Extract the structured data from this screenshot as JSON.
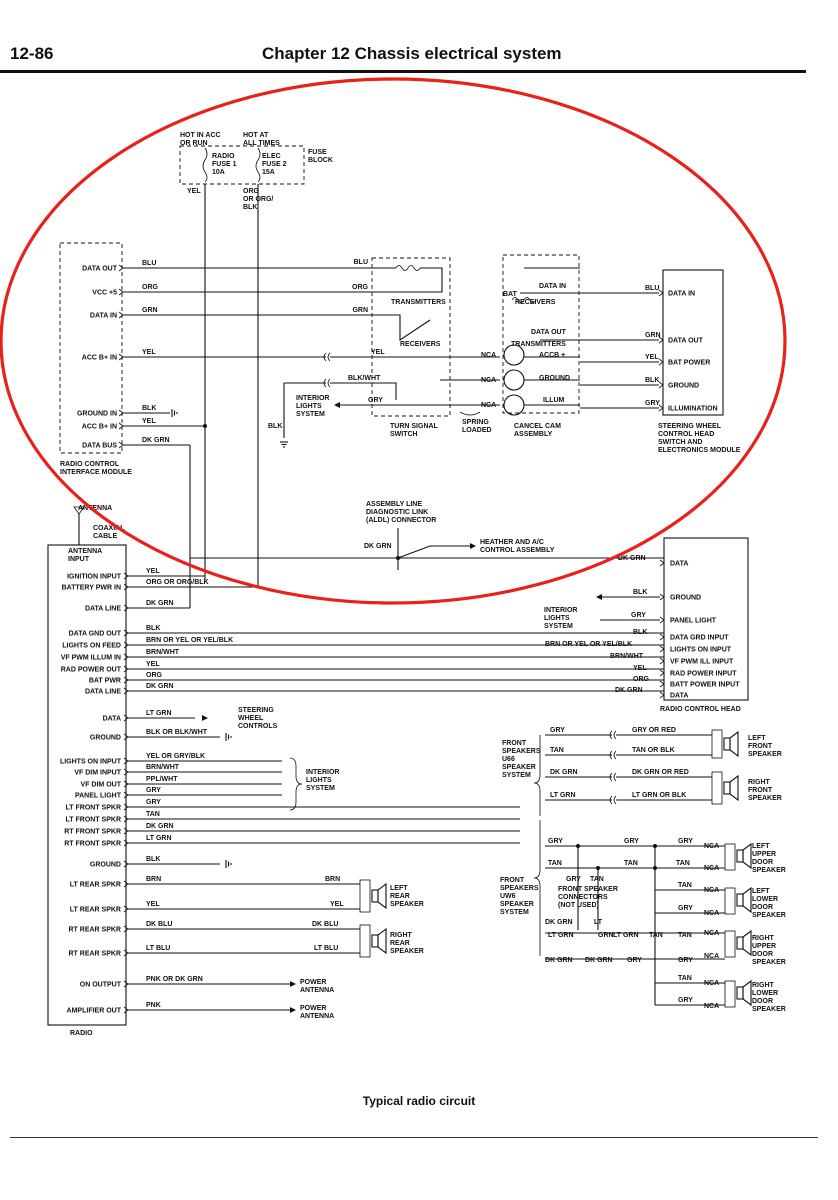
{
  "header": {
    "page_number": "12-86",
    "chapter_title": "Chapter 12   Chassis electrical system"
  },
  "caption": "Typical radio circuit",
  "fuse_block": {
    "title": "FUSE\nBLOCK",
    "acc_label": "HOT IN ACC\nOR RUN",
    "always_label": "HOT AT\nALL TIMES",
    "fuse1": "RADIO\nFUSE 1\n10A",
    "fuse2": "ELEC\nFUSE 2\n15A",
    "wire1": "YEL",
    "wire2": "ORG\nOR ORG/\nBLK"
  },
  "interface_module": {
    "name": "RADIO CONTROL\nINTERFACE MODULE",
    "pins": [
      "DATA OUT",
      "VCC +5",
      "DATA IN",
      "ACC B+ IN",
      "GROUND IN",
      "ACC B+ IN",
      "DATA BUS"
    ],
    "wires": [
      "BLU",
      "ORG",
      "GRN",
      "YEL",
      "BLK",
      "YEL",
      "DK GRN"
    ]
  },
  "turn_signal": {
    "name": "TURN SIGNAL\nSWITCH",
    "transmitters": "TRANSMITTERS",
    "receivers": "RECEIVERS",
    "spring": "SPRING\nLOADED",
    "wires_in": [
      "BLU",
      "ORG",
      "GRN",
      "YEL",
      "BLK/WHT",
      "GRY"
    ],
    "blk": "BLK",
    "interior": "INTERIOR\nLIGHTS\nSYSTEM"
  },
  "cancel_cam": {
    "name": "CANCEL CAM\nASSEMBLY",
    "bat": "BAT",
    "receivers": "RECEIVERS",
    "data_in": "DATA IN",
    "data_out": "DATA OUT",
    "transmitters": "TRANSMITTERS",
    "acc": "ACCB +",
    "ground": "GROUND",
    "illum": "ILLUM",
    "nca": "NCA"
  },
  "steering_module": {
    "name": "STEERING WHEEL\nCONTROL HEAD\nSWITCH AND\nELECTRONICS MODULE",
    "pins": [
      "DATA IN",
      "DATA OUT",
      "BAT POWER",
      "GROUND",
      "ILLUMINATION"
    ],
    "wires": [
      "BLU",
      "GRN",
      "YEL",
      "BLK",
      "GRY"
    ]
  },
  "aldl": {
    "name": "ASSEMBLY LINE\nDIAGNOSTIC LINK\n(ALDL) CONNECTOR",
    "wire": "DK GRN",
    "hvac": "HEATHER AND A/C\nCONTROL ASSEMBLY"
  },
  "antenna": {
    "name": "ANTENNA",
    "cable": "COAXIAL\nCABLE",
    "input": "ANTENNA\nINPUT"
  },
  "radio": {
    "name": "RADIO",
    "pins": [
      "IGNITION INPUT",
      "BATTERY PWR IN",
      "DATA LINE",
      "DATA GND OUT",
      "LIGHTS ON FEED",
      "VF PWM ILLUM IN",
      "RAD POWER OUT",
      "BAT PWR",
      "DATA LINE",
      "DATA",
      "GROUND",
      "LIGHTS ON INPUT",
      "VF DIM INPUT",
      "VF DIM OUT",
      "PANEL LIGHT",
      "LT FRONT SPKR",
      "LT FRONT SPKR",
      "RT FRONT SPKR",
      "RT FRONT SPKR",
      "GROUND",
      "LT REAR SPKR",
      "LT REAR SPKR",
      "RT REAR SPKR",
      "RT REAR SPKR",
      "ON OUTPUT",
      "AMPLIFIER OUT"
    ],
    "wires": [
      "YEL",
      "ORG OR ORG/BLK",
      "DK GRN",
      "BLK",
      "BRN OR YEL OR YEL/BLK",
      "BRN/WHT",
      "YEL",
      "ORG",
      "DK GRN",
      "LT GRN",
      "BLK OR BLK/WHT",
      "YEL OR GRY/BLK",
      "BRN/WHT",
      "PPL/WHT",
      "GRY",
      "GRY",
      "TAN",
      "DK GRN",
      "LT GRN",
      "BLK",
      "BRN",
      "YEL",
      "DK BLU",
      "LT BLU",
      "PNK OR DK GRN",
      "PNK"
    ],
    "steering_controls": "STEERING\nWHEEL\nCONTROLS",
    "interior_lights": "INTERIOR\nLIGHTS\nSYSTEM",
    "power_antenna": "POWER\nANTENNA"
  },
  "control_head": {
    "name": "RADIO CONTROL HEAD",
    "pins": [
      "DATA",
      "GROUND",
      "PANEL LIGHT",
      "DATA GRD INPUT",
      "LIGHTS ON INPUT",
      "VF PWM ILL INPUT",
      "RAD POWER INPUT",
      "BATT POWER INPUT",
      "DATA"
    ],
    "wires": [
      "DK GRN",
      "BLK",
      "GRY",
      "BLK",
      "BRN OR YEL OR YEL/BLK",
      "BRN/WHT",
      "YEL",
      "ORG",
      "DK GRN"
    ],
    "interior": "INTERIOR\nLIGHTS\nSYSTEM"
  },
  "speakers": {
    "rear_left": "LEFT\nREAR\nSPEAKER",
    "rear_right": "RIGHT\nREAR\nSPEAKER",
    "u66_system": "FRONT\nSPEAKERS\nU66\nSPEAKER\nSYSTEM",
    "u66_wires_in": [
      "GRY",
      "TAN",
      "DK GRN",
      "LT GRN"
    ],
    "u66_wires_out": [
      "GRY OR RED",
      "TAN OR BLK",
      "DK GRN OR RED",
      "LT GRN OR BLK"
    ],
    "left_front": "LEFT\nFRONT\nSPEAKER",
    "right_front": "RIGHT\nFRONT\nSPEAKER",
    "uw6_system": "FRONT\nSPEAKERS\nUW6\nSPEAKER\nSYSTEM",
    "connectors": "FRONT SPEAKER\nCONNECTORS\n(NOT USED)",
    "left_upper": "LEFT\nUPPER\nDOOR\nSPEAKER",
    "left_lower": "LEFT\nLOWER\nDOOR\nSPEAKER",
    "right_upper": "RIGHT\nUPPER\nDOOR\nSPEAKER",
    "right_lower": "RIGHT\nLOWER\nDOOR\nSPEAKER",
    "uw6_wires": [
      "GRY",
      "TAN",
      "DK GRN",
      "LT GRN",
      "TAN",
      "GRY",
      "TAN",
      "GRY"
    ]
  },
  "colors": {
    "highlight": "#e8221b",
    "ink": "#111111"
  }
}
